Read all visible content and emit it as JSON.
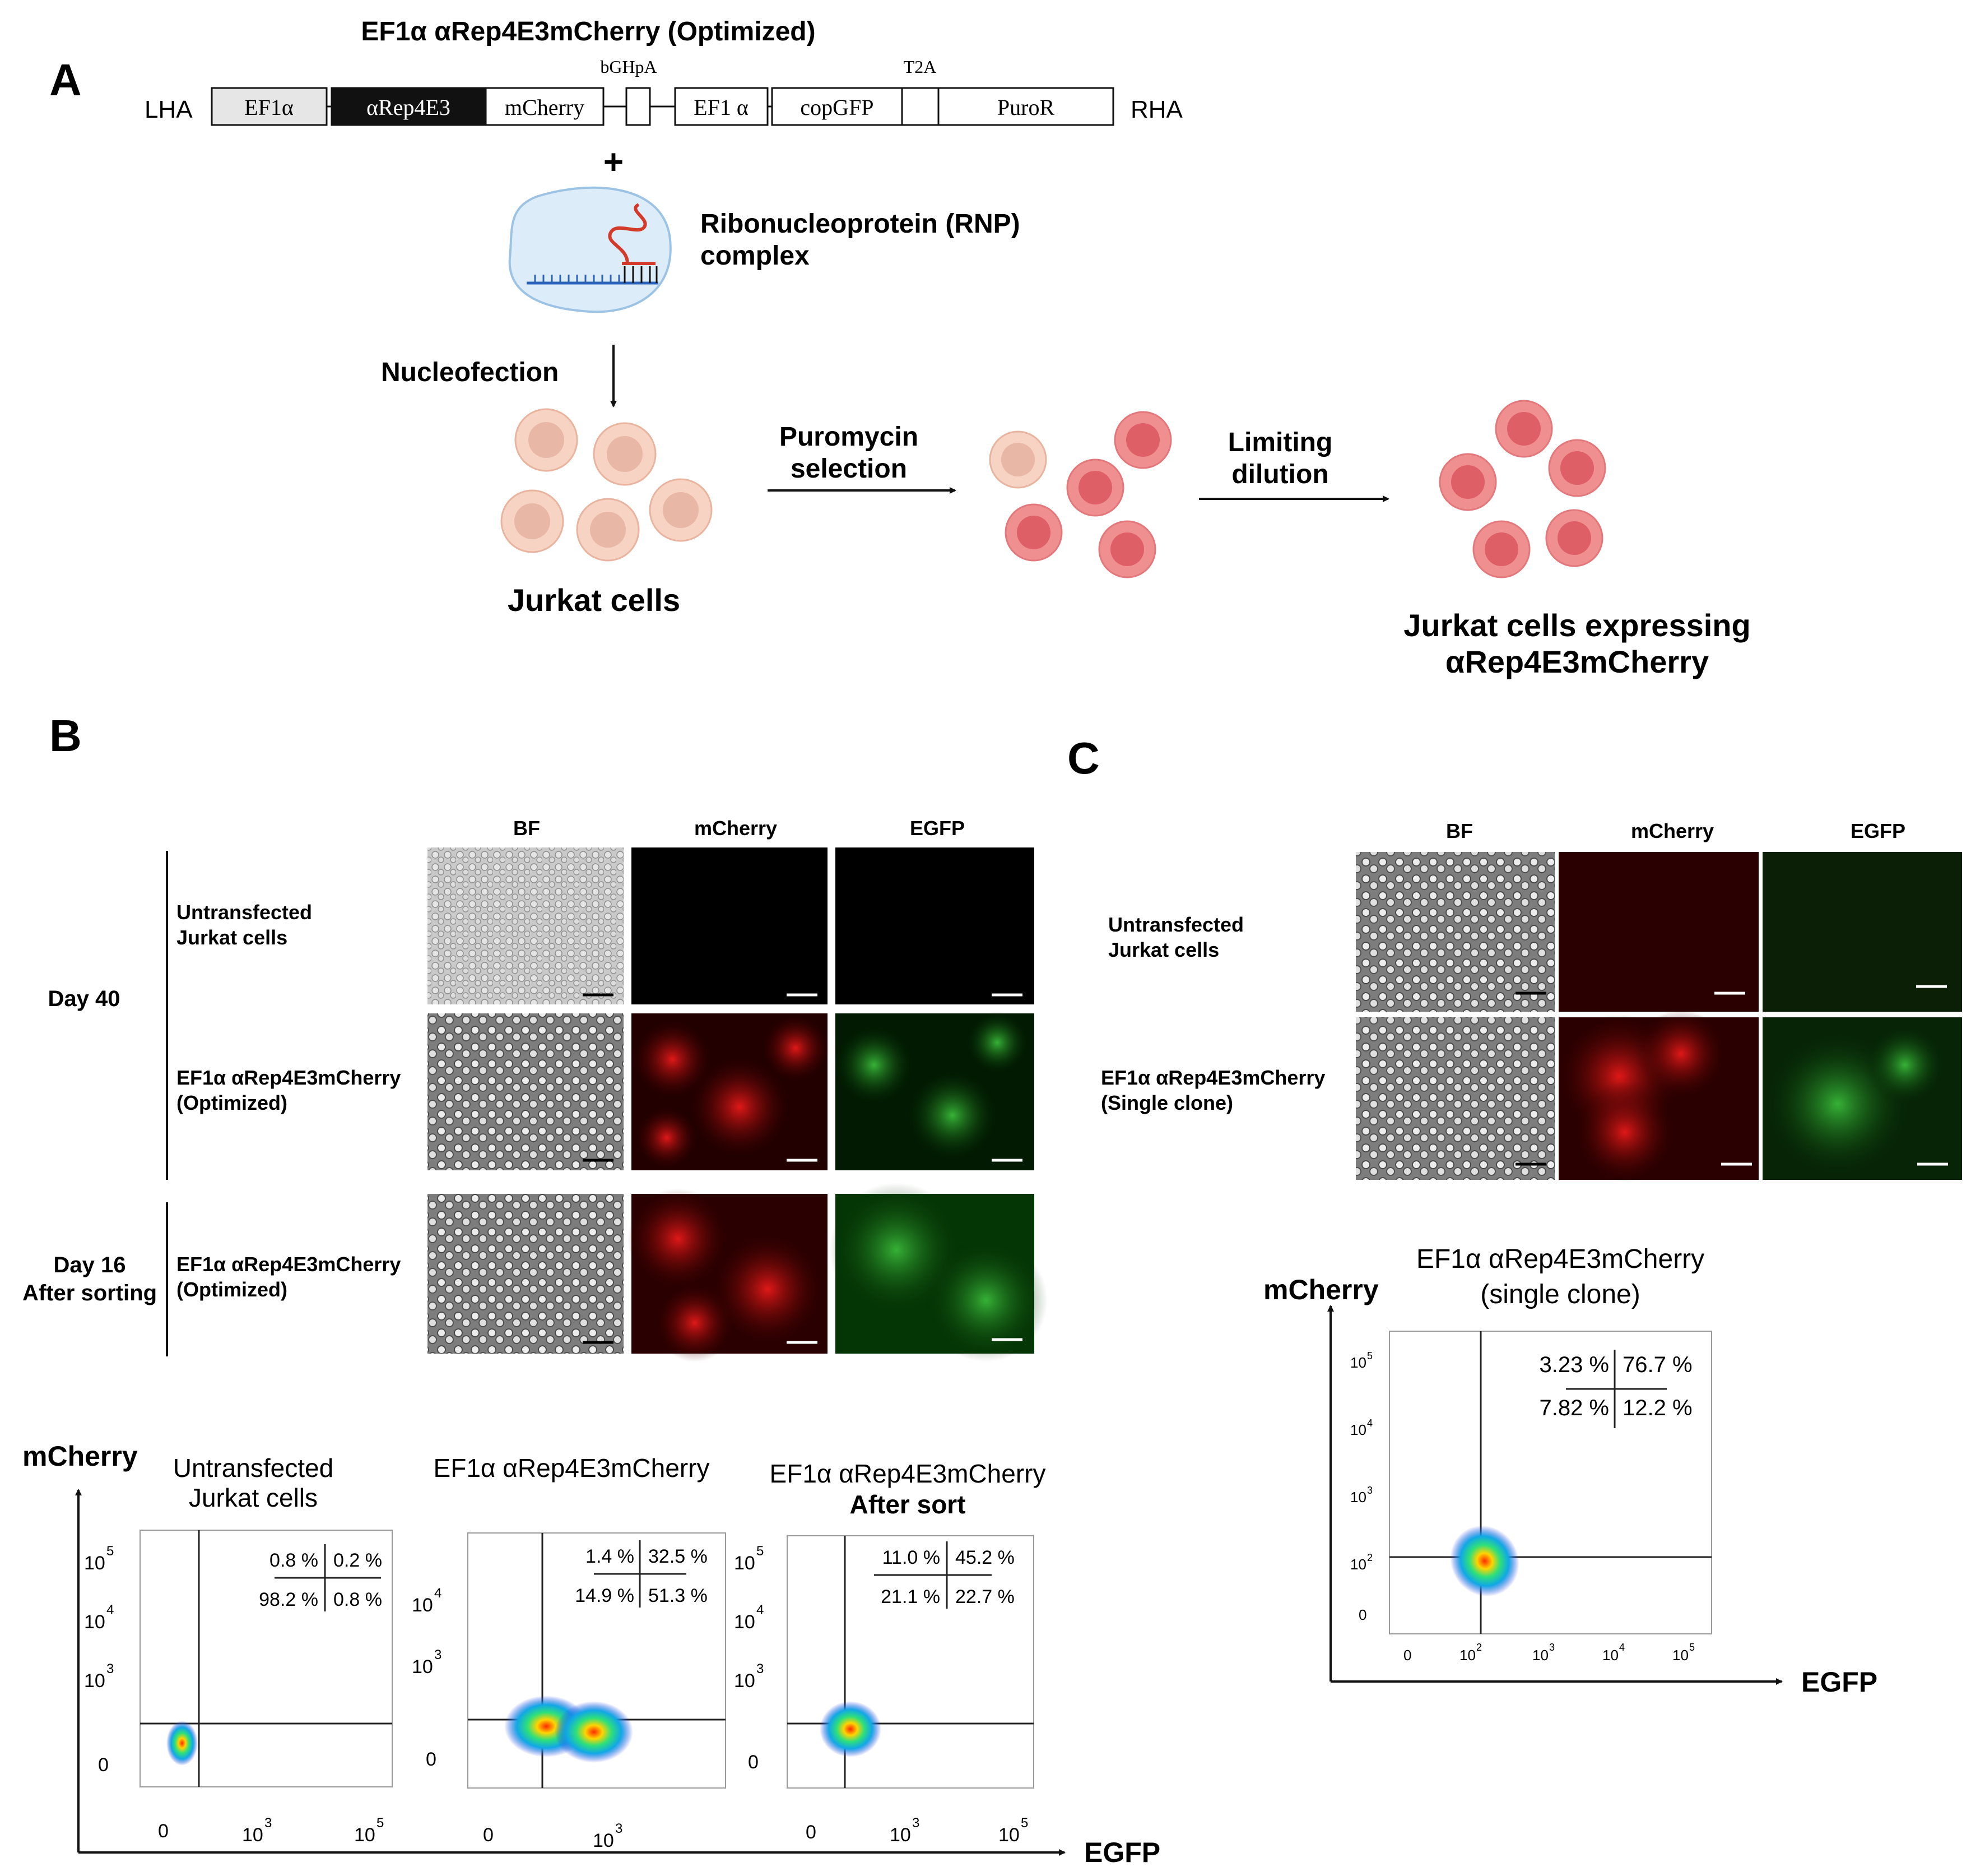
{
  "panel_labels": {
    "A": "A",
    "B": "B",
    "C": "C"
  },
  "panelA": {
    "title": "EF1α αRep4E3mCherry (Optimized)",
    "lha": "LHA",
    "rha": "RHA",
    "plus": "+",
    "segments": {
      "ef1a_1": "EF1α",
      "arep4e3": "αRep4E3",
      "mcherry": "mCherry",
      "ef1a_2": "EF1 α",
      "copgfp": "copGFP",
      "puror": "PuroR"
    },
    "bghpa": "bGHpA",
    "t2a": "T2A",
    "rnp_line1": "Ribonucleoprotein (RNP)",
    "rnp_line2": "complex",
    "nucleofection": "Nucleofection",
    "puromycin_line1": "Puromycin",
    "puromycin_line2": "selection",
    "limiting_line1": "Limiting",
    "limiting_line2": "dilution",
    "jurkat": "Jurkat cells",
    "expressing_line1": "Jurkat cells expressing",
    "expressing_line2": "αRep4E3mCherry",
    "colors": {
      "cell_pale": "#f6d3c2",
      "cell_pale_nucleus": "#e9b7a5",
      "cell_red": "#ef8f90",
      "cell_red_nucleus": "#de5f66"
    }
  },
  "panelB": {
    "columns": [
      "BF",
      "mCherry",
      "EGFP"
    ],
    "day40": "Day 40",
    "day16_line1": "Day 16",
    "day16_line2": "After sorting",
    "rows": [
      {
        "line1": "Untransfected",
        "line2": "Jurkat cells"
      },
      {
        "line1": "EF1α αRep4E3mCherry",
        "line2": "(Optimized)"
      },
      {
        "line1": "EF1α αRep4E3mCherry",
        "line2": "(Optimized)"
      }
    ],
    "y_axis": "mCherry",
    "x_axis": "EGFP",
    "plots": [
      {
        "title_line1": "Untransfected",
        "title_line2": "Jurkat cells",
        "quadrants": {
          "ul": "0.8 %",
          "ur": "0.2 %",
          "ll": "98.2 %",
          "lr": "0.8 %"
        }
      },
      {
        "title_line1": "EF1α αRep4E3mCherry",
        "title_line2": "",
        "quadrants": {
          "ul": "1.4 %",
          "ur": "32.5 %",
          "ll": "14.9 %",
          "lr": "51.3 %"
        }
      },
      {
        "title_line1": "EF1α αRep4E3mCherry",
        "title_line2": "After sort",
        "quadrants": {
          "ul": "11.0 %",
          "ur": "45.2 %",
          "ll": "21.1 %",
          "lr": "22.7 %"
        }
      }
    ],
    "ticks": {
      "zero": "0",
      "base": "10",
      "e3": "3",
      "e4": "4",
      "e5": "5"
    }
  },
  "panelC": {
    "columns": [
      "BF",
      "mCherry",
      "EGFP"
    ],
    "rows": [
      {
        "line1": "Untransfected",
        "line2": "Jurkat cells"
      },
      {
        "line1": "EF1α αRep4E3mCherry",
        "line2": "(Single clone)"
      }
    ],
    "plot_title_line1": "EF1α αRep4E3mCherry",
    "plot_title_line2": "(single clone)",
    "y_axis": "mCherry",
    "x_axis": "EGFP",
    "quadrants": {
      "ul": "3.23 %",
      "ur": "76.7 %",
      "ll": "7.82 %",
      "lr": "12.2 %"
    },
    "ticks": {
      "zero": "0",
      "base": "10",
      "e2": "2",
      "e3": "3",
      "e4": "4",
      "e5": "5"
    }
  }
}
